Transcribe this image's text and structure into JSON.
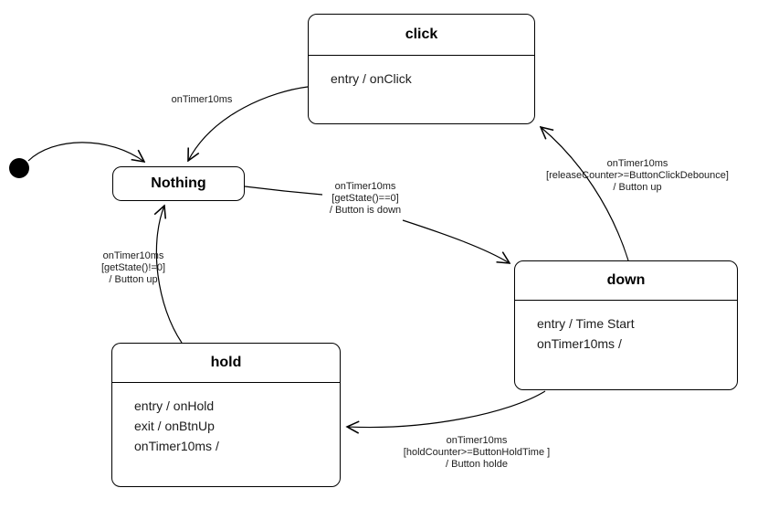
{
  "diagram": {
    "kind": "uml-state-machine",
    "colors": {
      "background": "#ffffff",
      "stroke": "#000000",
      "text": "#1c1c1c"
    }
  },
  "initial_state": {
    "name": "initial"
  },
  "states": [
    {
      "name": "click",
      "actions": [
        "entry / onClick"
      ]
    },
    {
      "name": "Nothing",
      "actions": []
    },
    {
      "name": "down",
      "actions": [
        "entry / Time Start",
        "onTimer10ms /"
      ]
    },
    {
      "name": "hold",
      "actions": [
        "entry / onHold",
        "exit / onBtnUp",
        "onTimer10ms /"
      ]
    }
  ],
  "transitions": [
    {
      "from": "click",
      "to": "Nothing",
      "lines": [
        "onTimer10ms"
      ]
    },
    {
      "from": "Nothing",
      "to": "down",
      "lines": [
        "onTimer10ms",
        "[getState()==0]",
        "/ Button is down"
      ]
    },
    {
      "from": "down",
      "to": "click",
      "lines": [
        "onTimer10ms",
        "[releaseCounter>=ButtonClickDebounce]",
        "/ Button up"
      ]
    },
    {
      "from": "hold",
      "to": "Nothing",
      "lines": [
        "onTimer10ms",
        "[getState()!=0]",
        "/ Button up"
      ]
    },
    {
      "from": "down",
      "to": "hold",
      "lines": [
        "onTimer10ms",
        "[holdCounter>=ButtonHoldTime ]",
        "/ Button holde"
      ]
    }
  ]
}
